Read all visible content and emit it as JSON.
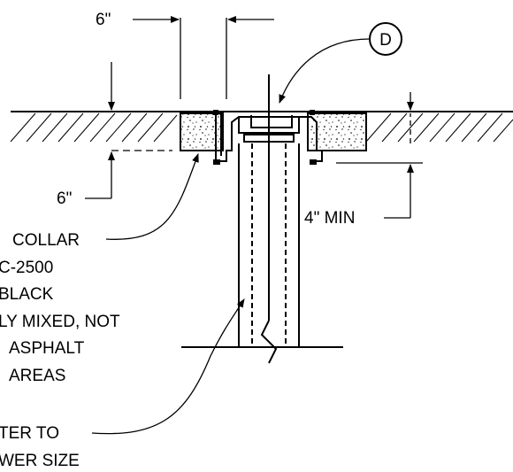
{
  "dimensions": {
    "top_width": "6\"",
    "depth": "6\"",
    "min_depth": "4\" MIN"
  },
  "callouts": {
    "detail_marker": "D",
    "collar_note": [
      "COLLAR",
      "C-2500",
      "BLACK",
      "LY MIXED, NOT",
      "ASPHALT",
      "AREAS"
    ],
    "pipe_note": [
      "TER TO",
      "WER SIZE"
    ]
  }
}
